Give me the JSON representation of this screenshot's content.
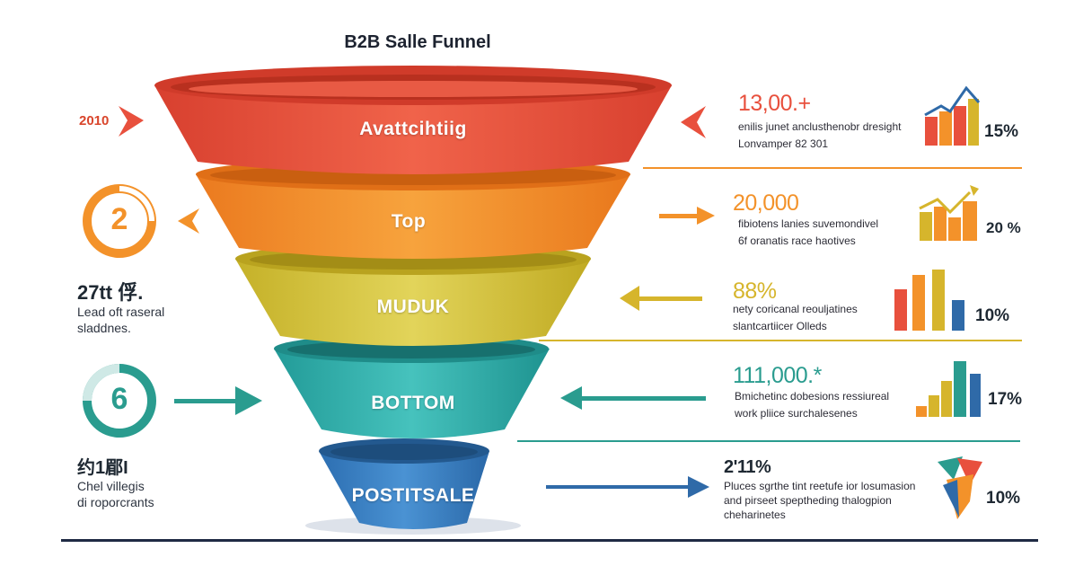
{
  "title": "B2B Salle Funnel",
  "stages": [
    {
      "label": "Avattcihtiig",
      "color": "#e8503d"
    },
    {
      "label": "Top",
      "color": "#f3922a"
    },
    {
      "label": "MUDUK",
      "color": "#d6c440"
    },
    {
      "label": "BOTTOM",
      "color": "#2fb0ad"
    },
    {
      "label": "POSTITSALE",
      "color": "#3a7ec2"
    }
  ],
  "left": {
    "year": "2010",
    "ring_top": {
      "number": "2",
      "stat": "27tt 俘.",
      "desc": [
        "Lead oft raseral",
        "sladdnes."
      ]
    },
    "ring_bottom": {
      "number": "6",
      "stat": "约1郿I",
      "desc": [
        "Chel villegis",
        "di roporcrants"
      ]
    }
  },
  "metrics": [
    {
      "value": "13,00.+",
      "desc": [
        "enilis junet anclusthenobr dresight",
        "Lonvamper 82 301"
      ],
      "pct": "15%"
    },
    {
      "value": "20,000",
      "desc": [
        "fibiotens lanies suvemondivel",
        "6f oranatis race haotives"
      ],
      "pct": "20 %"
    },
    {
      "value": "88%",
      "desc": [
        "nety coricanal reouljatines",
        "slantcartiicer Olleds"
      ],
      "pct": "10%"
    },
    {
      "value": "111,000.*",
      "desc": [
        "Bmichetinc dobesions ressiureal",
        "work pliice surchalesenes"
      ],
      "pct": "17%"
    },
    {
      "value": "2'11%",
      "desc": [
        "Pluces sgrthe tint reetufe ior losumasion",
        "and pirseet speptheding thalogpion",
        "cheharinetes"
      ],
      "pct": "10%"
    }
  ],
  "colors": {
    "red": "#e8503d",
    "orange": "#f3922a",
    "yellow": "#d6b52c",
    "teal": "#2a9c8f",
    "blue": "#2f6aa8",
    "dark": "#1f2a44"
  }
}
